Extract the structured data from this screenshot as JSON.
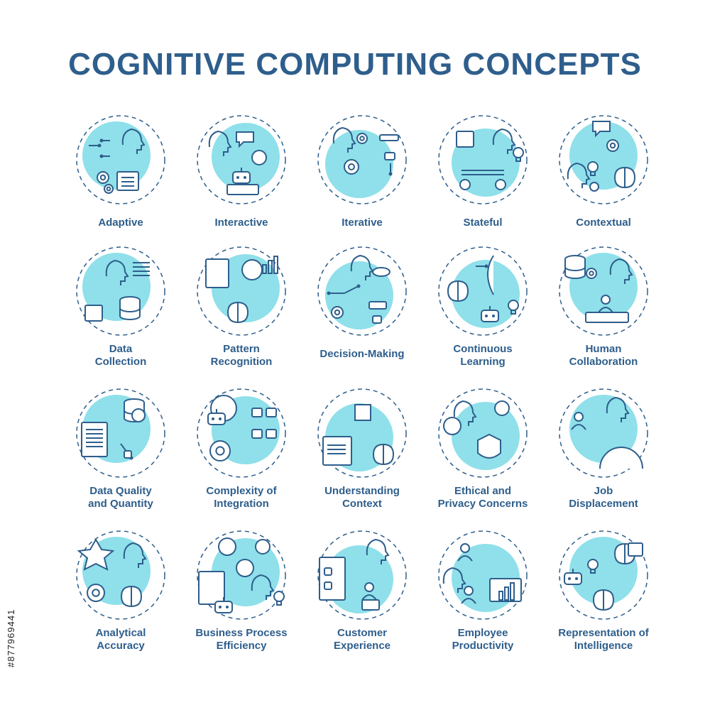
{
  "title": "COGNITIVE COMPUTING CONCEPTS",
  "stock_id": "#877969441",
  "colors": {
    "title": "#2e5e8c",
    "stroke": "#2e5e8c",
    "accent_fill": "#8fe0ea",
    "ring": "#2e5e8c"
  },
  "items": [
    {
      "id": "adaptive",
      "label": [
        "Adaptive",
        ""
      ],
      "icon": "head-arrows-gears-checklist-icon"
    },
    {
      "id": "interactive",
      "label": [
        "Interactive",
        ""
      ],
      "icon": "head-chat-robot-laptop-icon"
    },
    {
      "id": "iterative",
      "label": [
        "Iterative",
        ""
      ],
      "icon": "head-flowchart-cycle-icon"
    },
    {
      "id": "stateful",
      "label": [
        "Stateful",
        ""
      ],
      "icon": "puzzle-steps-lightbulb-icon"
    },
    {
      "id": "contextual",
      "label": [
        "Contextual",
        ""
      ],
      "icon": "chat-gear-brain-emotions-icon"
    },
    {
      "id": "data-collection",
      "label": [
        "Data",
        "Collection"
      ],
      "icon": "head-binary-database-chip-icon"
    },
    {
      "id": "pattern-recognition",
      "label": [
        "Pattern",
        "Recognition"
      ],
      "icon": "binary-charts-brain-icon"
    },
    {
      "id": "decision-making",
      "label": [
        "Decision-Making",
        ""
      ],
      "icon": "head-eye-arrows-flowchart-icon"
    },
    {
      "id": "continuous-learning",
      "label": [
        "Continuous",
        "Learning"
      ],
      "icon": "brain-arrows-robot-icon"
    },
    {
      "id": "human-collaboration",
      "label": [
        "Human",
        "Collaboration"
      ],
      "icon": "database-gears-team-table-icon"
    },
    {
      "id": "data-quality",
      "label": [
        "Data Quality",
        "and Quantity"
      ],
      "icon": "abacus-database-network-icon"
    },
    {
      "id": "complexity-integration",
      "label": [
        "Complexity of",
        "Integration"
      ],
      "icon": "robot-magnet-gear-flow-icon"
    },
    {
      "id": "understanding-context",
      "label": [
        "Understanding",
        "Context"
      ],
      "icon": "puzzle-document-network-icon"
    },
    {
      "id": "ethical-privacy",
      "label": [
        "Ethical and",
        "Privacy Concerns"
      ],
      "icon": "head-eye-shield-lock-icon"
    },
    {
      "id": "job-displacement",
      "label": [
        "Job",
        "Displacement"
      ],
      "icon": "person-bindle-risk-gauge-icon"
    },
    {
      "id": "analytical-accuracy",
      "label": [
        "Analytical",
        "Accuracy"
      ],
      "icon": "star-target-badge-brains-icon"
    },
    {
      "id": "business-process",
      "label": [
        "Business Process",
        "Efficiency"
      ],
      "icon": "strategy-board-dollar-robot-icon"
    },
    {
      "id": "customer-experience",
      "label": [
        "Customer",
        "Experience"
      ],
      "icon": "phone-profile-customer-heart-icon"
    },
    {
      "id": "employee-productivity",
      "label": [
        "Employee",
        "Productivity"
      ],
      "icon": "multitask-person-dashboard-icon"
    },
    {
      "id": "representation-intelligence",
      "label": [
        "Representation of",
        "Intelligence"
      ],
      "icon": "robot-bulb-brain-network-icon"
    }
  ]
}
